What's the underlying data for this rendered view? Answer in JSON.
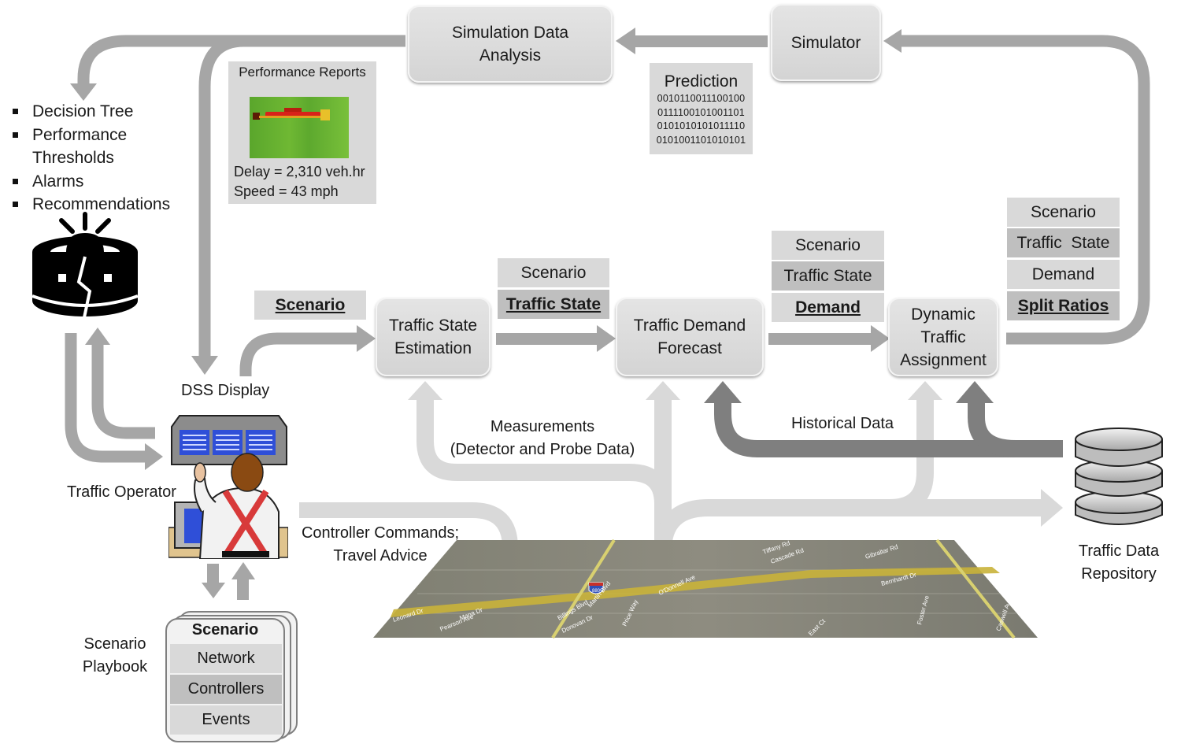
{
  "top_flow": {
    "simulation_data_analysis": "Simulation Data\nAnalysis",
    "simulator": "Simulator"
  },
  "performance_reports": {
    "title": "Performance Reports",
    "delay": "Delay = 2,310 veh.hr",
    "speed": "Speed = 43 mph",
    "heatmap_icon": "congestion-heatmap"
  },
  "prediction": {
    "title": "Prediction",
    "binary_lines": [
      "0010110011100100",
      "0111100101001101",
      "0101010101011110",
      "0101001101010101"
    ]
  },
  "dss_outputs": {
    "items": [
      "Decision Tree",
      "Performance Thresholds",
      "Alarms",
      "Recommendations"
    ]
  },
  "alarm_icon": "alarm-beacon",
  "dss_display_label": "DSS Display",
  "traffic_operator_label": "Traffic Operator",
  "pipeline": {
    "scenario_input": "Scenario",
    "tse": "Traffic State\nEstimation",
    "tse_outputs": [
      {
        "label": "Scenario",
        "emphasis": false,
        "shade": "light"
      },
      {
        "label": "Traffic State",
        "emphasis": true,
        "shade": "dark"
      }
    ],
    "tdf": "Traffic Demand\nForecast",
    "tdf_outputs": [
      {
        "label": "Scenario",
        "emphasis": false,
        "shade": "light"
      },
      {
        "label": "Traffic State",
        "emphasis": false,
        "shade": "dark"
      },
      {
        "label": "Demand",
        "emphasis": true,
        "shade": "light"
      }
    ],
    "dta": "Dynamic\nTraffic\nAssignment",
    "dta_outputs": [
      {
        "label": "Scenario",
        "emphasis": false,
        "shade": "light"
      },
      {
        "label": "Traffic  State",
        "emphasis": false,
        "shade": "dark"
      },
      {
        "label": "Demand",
        "emphasis": false,
        "shade": "light"
      },
      {
        "label": "Split Ratios",
        "emphasis": true,
        "shade": "dark"
      }
    ]
  },
  "measurements_label": "Measurements\n(Detector and Probe Data)",
  "historical_data_label": "Historical Data",
  "controller_commands_label": "Controller Commands;\nTravel Advice",
  "repository_label": "Traffic Data\nRepository",
  "map": {
    "highway_shield": "880",
    "street_labels": [
      "Leonard Dr",
      "Pearson Ave",
      "Mana Dr",
      "Billings Blvd",
      "Donovan Dr",
      "Martin Blvd",
      "Price Way",
      "O'Donnell Ave",
      "Tiffany Rd",
      "Cascade Rd",
      "Gibraltar Rd",
      "Bernhardt Dr",
      "East Ct",
      "Foster Ave",
      "Caswell Ave"
    ]
  },
  "playbook": {
    "label": "Scenario\nPlaybook",
    "header": "Scenario",
    "rows": [
      {
        "label": "Network",
        "shade": "light"
      },
      {
        "label": "Controllers",
        "shade": "dark"
      },
      {
        "label": "Events",
        "shade": "light"
      }
    ]
  },
  "colors": {
    "arrow_mid": "#a6a6a6",
    "arrow_light": "#d9d9d9",
    "arrow_dark": "#7f7f7f",
    "box_light": "#d9d9d9",
    "box_dark": "#bfbfbf"
  }
}
